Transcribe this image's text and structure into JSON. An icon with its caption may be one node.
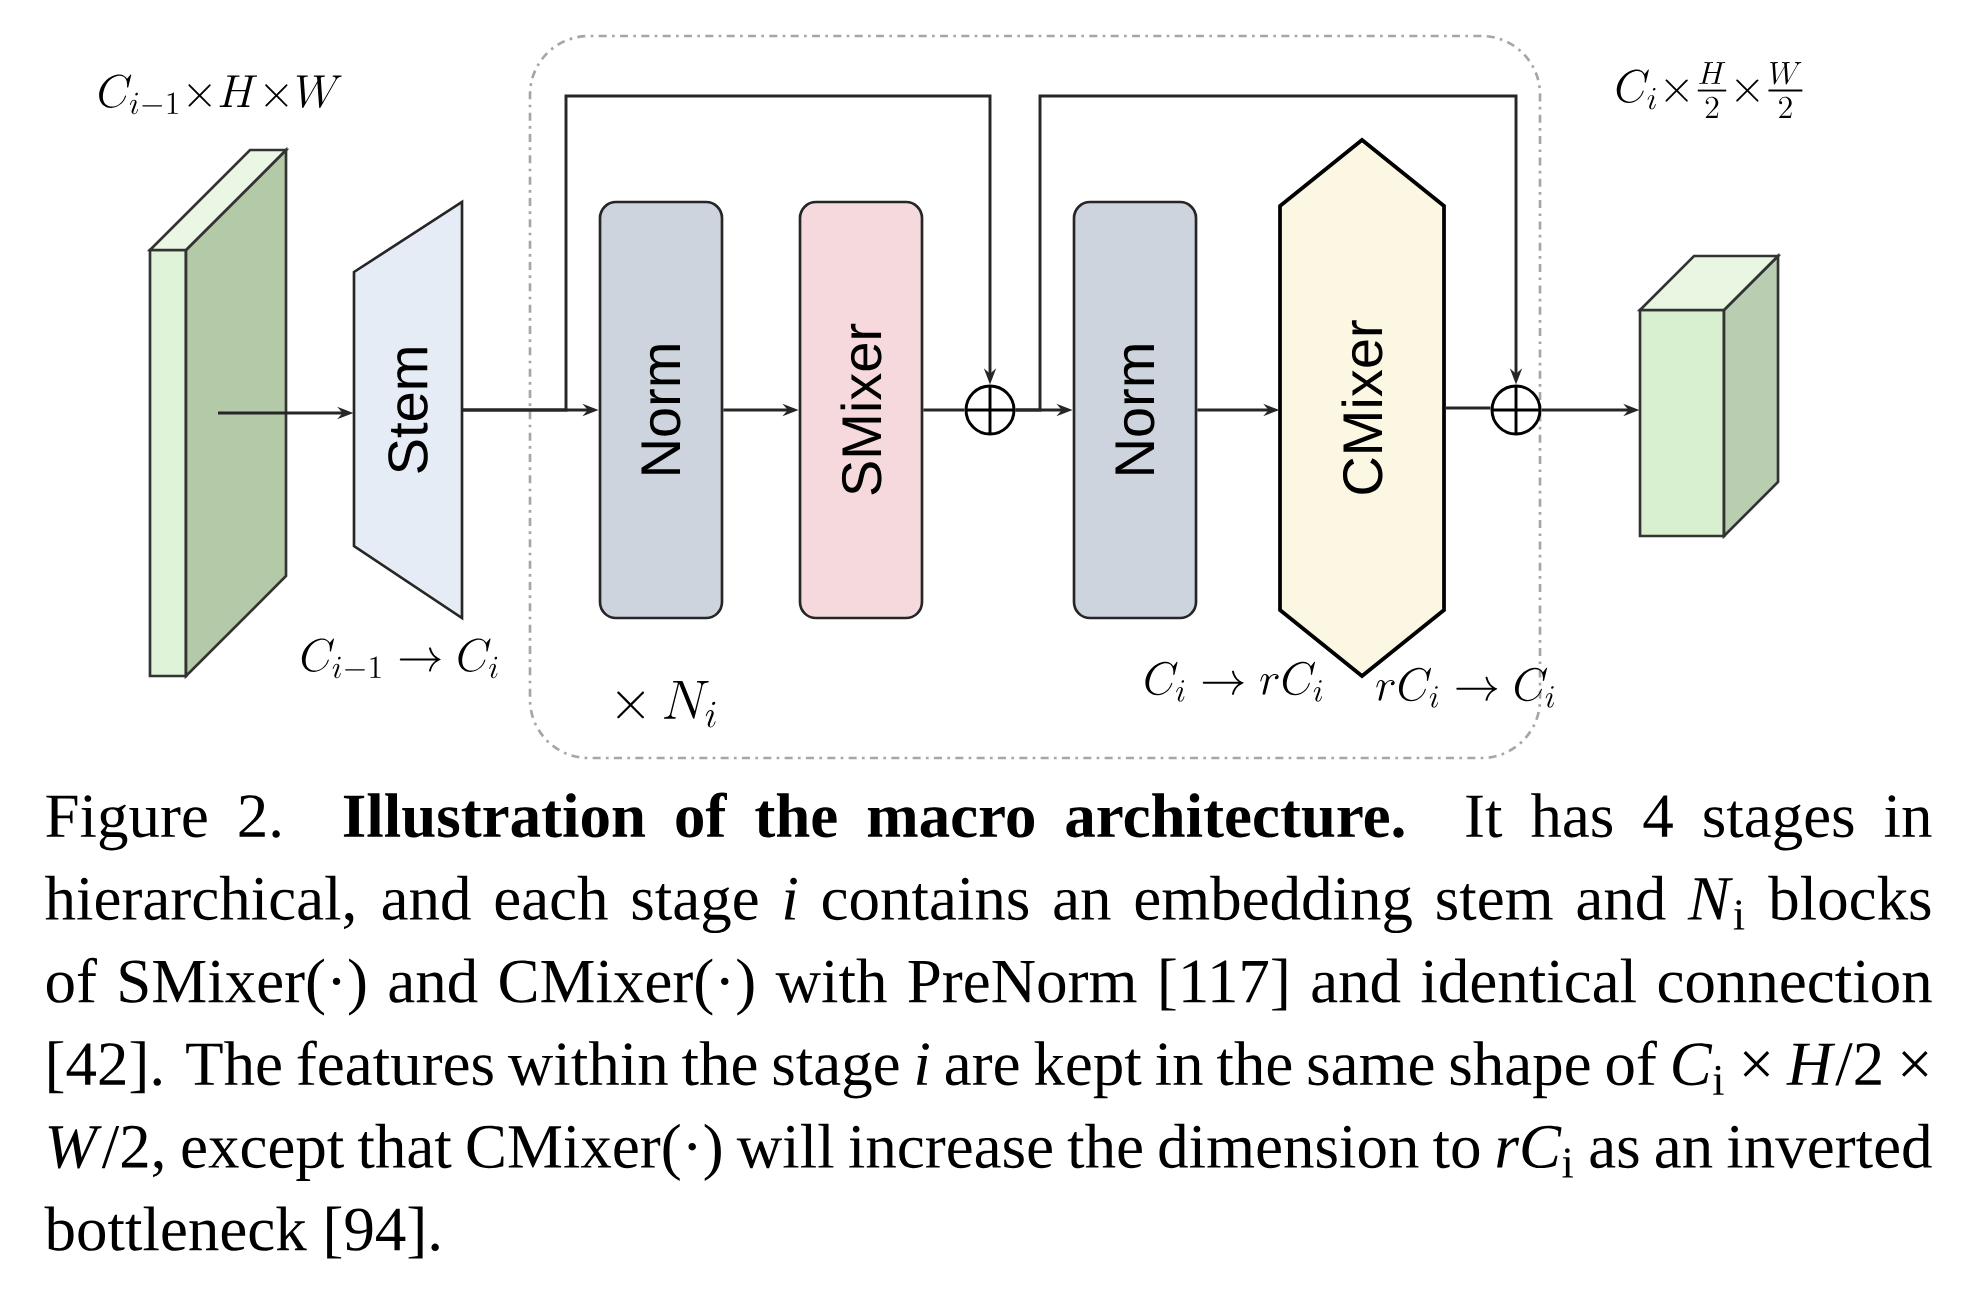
{
  "diagram": {
    "caption": "Figure 2. **Illustration of the macro architecture.** It has 4 stages in hierarchical, and each stage *i* contains an embedding stem and *N*$_{i}$ blocks of SMixer(·) and CMixer(·) with PreNorm [117] and identical connection [42]. The features within the stage *i* are kept in the same shape of *C*$_{i}$ × *H*/2 × *W*/2, except that CMixer(·) will increase the dimension to *rC*$_{i}$ as an inverted bottleneck [94].",
    "nodes": [
      {
        "text": [],
        "shape": "box",
        "beside": [
          "C_{i-1}{\\times}H{\\times}W"
        ]
      },
      {
        "text": [
          "Stem"
        ],
        "beside": [
          "C_{i-1}\\rightarrow C_i"
        ]
      },
      {
        "text": [
          "\\times\\, N_i"
        ]
      },
      {
        "text": [
          "Norm"
        ],
        "in": 2
      },
      {
        "text": [
          "SMixer"
        ],
        "in": 2
      },
      {
        "text": [],
        "shape": "circle",
        "in": 2
      },
      {
        "text": [
          "Norm"
        ],
        "in": 2
      },
      {
        "text": [
          "CMixer"
        ],
        "in": 2,
        "beside": [
          "C_i\\rightarrow rC_i",
          "rC_i\\rightarrow C_i"
        ]
      },
      {
        "text": [],
        "shape": "circle",
        "in": 2
      },
      {
        "text": [],
        "shape": "box"
      }
    ],
    "labels": [
      "C_i{\\times}\\frac{H}{2}{\\times}\\frac{W}{2}"
    ],
    "edges": [
      {
        "from": 0,
        "to": 1,
        "arrow": "to"
      },
      {
        "from": 1,
        "to": 3,
        "arrow": "to"
      },
      {
        "from": 1,
        "to": 5,
        "arrow": "to"
      },
      {
        "from": 3,
        "to": 4,
        "arrow": "to"
      },
      {
        "from": 4,
        "to": 5,
        "arrow": "none"
      },
      {
        "from": 5,
        "to": 6,
        "arrow": "to"
      },
      {
        "from": 5,
        "to": 8,
        "arrow": "to"
      },
      {
        "from": 6,
        "to": 7,
        "arrow": "to"
      },
      {
        "from": 7,
        "to": 8,
        "arrow": "none"
      },
      {
        "from": 8,
        "to": 9,
        "arrow": "to"
      }
    ]
  }
}
